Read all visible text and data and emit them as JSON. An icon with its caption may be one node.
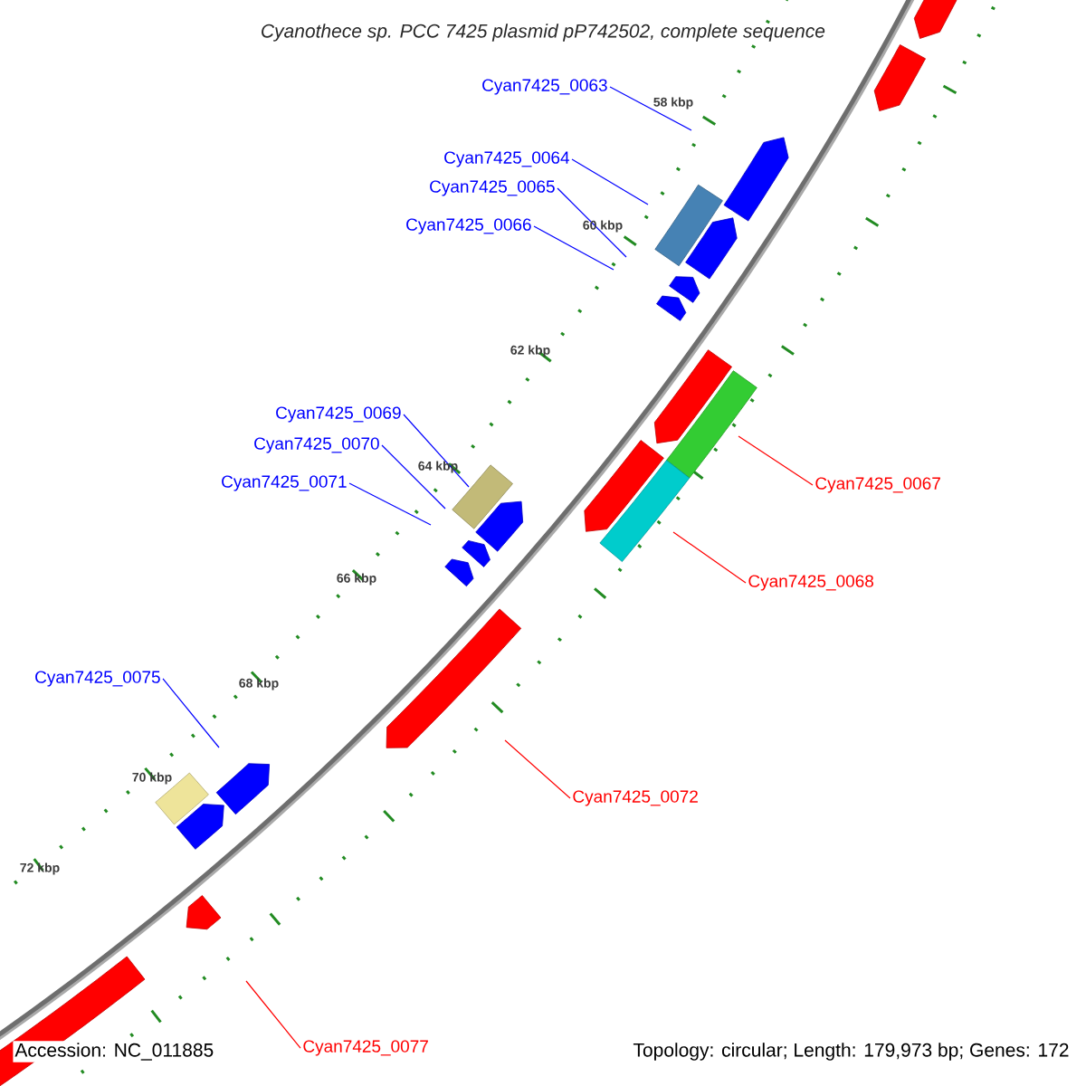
{
  "diagram": {
    "title": "Cyanothece sp. PCC 7425 plasmid pP742502, complete sequence",
    "nodes": [
      {
        "text": [
          "Cyan7425_0063"
        ]
      },
      {
        "text": [
          "Cyan7425_0064"
        ]
      },
      {
        "text": [
          "Cyan7425_0065"
        ]
      },
      {
        "text": [
          "Cyan7425_0066"
        ]
      },
      {
        "text": [
          "Cyan7425_0069"
        ]
      },
      {
        "text": [
          "Cyan7425_0070"
        ]
      },
      {
        "text": [
          "Cyan7425_0071"
        ]
      },
      {
        "text": [
          "Cyan7425_0075"
        ]
      },
      {
        "text": [
          "Cyan7425_0067"
        ]
      },
      {
        "text": [
          "Cyan7425_0068"
        ]
      },
      {
        "text": [
          "Cyan7425_0072"
        ]
      },
      {
        "text": [
          "Cyan7425_0077"
        ]
      }
    ],
    "edges": [
      {
        "from": 0,
        "to": null,
        "arrow": "none"
      },
      {
        "from": 1,
        "to": null,
        "arrow": "none"
      },
      {
        "from": 2,
        "to": null,
        "arrow": "none"
      },
      {
        "from": 3,
        "to": null,
        "arrow": "none"
      },
      {
        "from": 4,
        "to": null,
        "arrow": "none"
      },
      {
        "from": 5,
        "to": null,
        "arrow": "none"
      },
      {
        "from": 6,
        "to": null,
        "arrow": "none"
      },
      {
        "from": 7,
        "to": null,
        "arrow": "none"
      },
      {
        "from": 8,
        "to": null,
        "arrow": "none",
        "color": "#ff0000"
      },
      {
        "from": 9,
        "to": null,
        "arrow": "none",
        "color": "#ff0000"
      },
      {
        "from": 10,
        "to": null,
        "arrow": "none",
        "color": "#ff0000"
      },
      {
        "from": 11,
        "to": null,
        "arrow": "none",
        "color": "#ff0000"
      }
    ],
    "labels": [
      "58 kbp",
      "60 kbp",
      "62 kbp",
      "64 kbp",
      "66 kbp",
      "68 kbp",
      "70 kbp",
      "72 kbp",
      "Accession: NC_011885",
      "Topology: circular; Length: 179,973 bp; Genes: 172"
    ]
  }
}
